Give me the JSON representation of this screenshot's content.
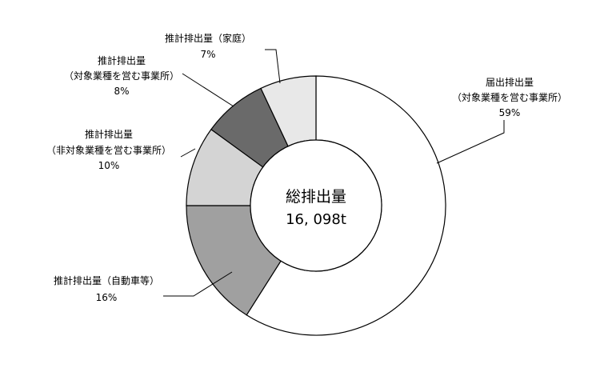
{
  "chart_data": {
    "type": "pie",
    "donut": true,
    "center_label": "総排出量",
    "center_value": "16, 098t",
    "slices": [
      {
        "label": "届出排出量",
        "sublabel": "（対象業種を営む事業所）",
        "percent_text": "59%",
        "value": 59,
        "color": "#ffffff"
      },
      {
        "label": "推計排出量（自動車等）",
        "sublabel": "",
        "percent_text": "16%",
        "value": 16,
        "color": "#a0a0a0"
      },
      {
        "label": "推計排出量",
        "sublabel": "（非対象業種を営む事業所）",
        "percent_text": "10%",
        "value": 10,
        "color": "#d4d4d4"
      },
      {
        "label": "推計排出量",
        "sublabel": "（対象業種を営む事業所）",
        "percent_text": "8%",
        "value": 8,
        "color": "#6a6a6a"
      },
      {
        "label": "推計排出量（家庭）",
        "sublabel": "",
        "percent_text": "7%",
        "value": 7,
        "color": "#e8e8e8"
      }
    ]
  }
}
